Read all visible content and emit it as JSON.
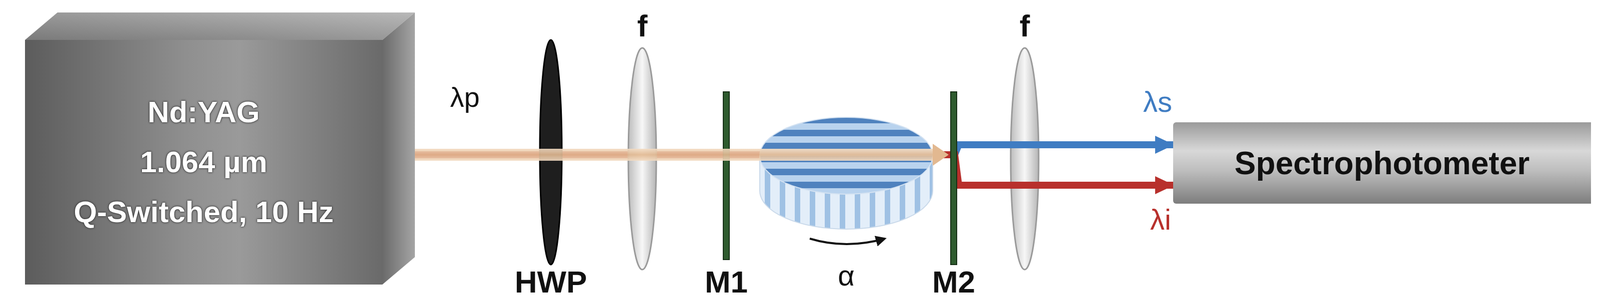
{
  "diagram": {
    "nodes": [
      {
        "text": [
          "Nd:YAG",
          "1.064 µm",
          "Q-Switched, 10 Hz"
        ]
      },
      {
        "text": [
          "Spectrophotometer"
        ]
      }
    ],
    "edges": [
      {
        "from": 0,
        "to": 1,
        "arrow": "to",
        "label": "λs"
      },
      {
        "from": 0,
        "to": 1,
        "arrow": "to",
        "label": "λi"
      }
    ],
    "labels": [
      "λp",
      "HWP",
      "f",
      "M1",
      "α",
      "M2",
      "f"
    ]
  }
}
